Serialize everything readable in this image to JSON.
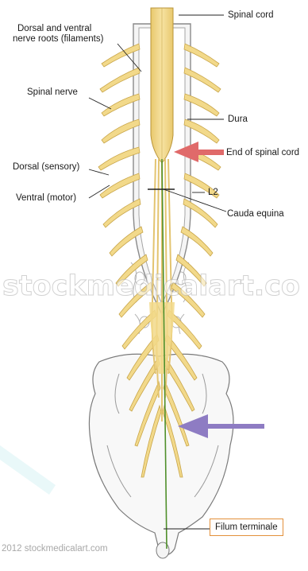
{
  "labels": {
    "spinal_cord": "Spinal cord",
    "dorsal_ventral_roots_line1": "Dorsal and ventral",
    "dorsal_ventral_roots_line2": "nerve roots (filaments)",
    "spinal_nerve": "Spinal nerve",
    "dura": "Dura",
    "end_of_spinal_cord": "End of spinal cord",
    "dorsal_sensory": "Dorsal (sensory)",
    "ventral_motor": "Ventral (motor)",
    "l2": "L2",
    "cauda_equina": "Cauda equina",
    "filum_terminale": "Filum terminale"
  },
  "watermark": "stockmedicalart.co",
  "copyright": "2012 stockmedicalart.com",
  "colors": {
    "nerve": "#f2d98a",
    "nerve_outline": "#c9a64a",
    "dura": "#f4f4f4",
    "bone": "#f7f7f7",
    "filum": "#4f8f2a",
    "red_arrow": "#e06a6a",
    "purple_arrow": "#8e7cc3",
    "filum_box_border": "#e3903a"
  }
}
